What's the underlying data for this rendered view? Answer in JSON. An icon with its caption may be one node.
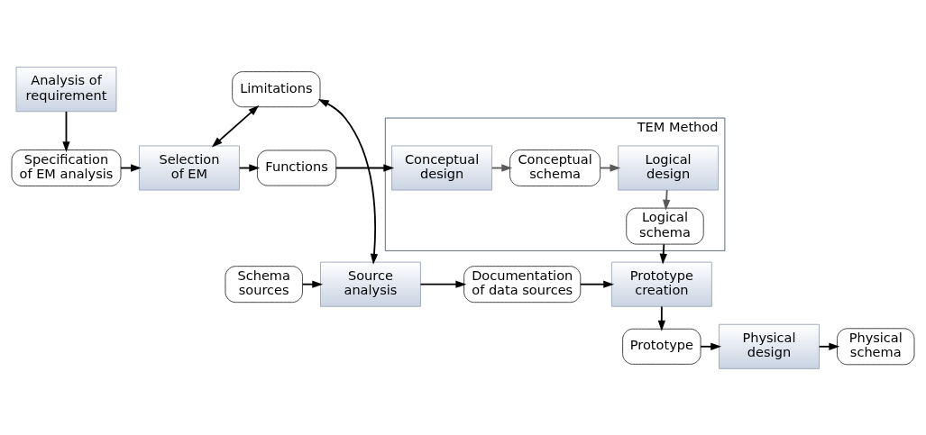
{
  "diagram": {
    "nodes": [
      {
        "text": [
          "Analysis of requirement"
        ]
      },
      {
        "text": [
          "Specification of EM analysis"
        ]
      },
      {
        "text": [
          "Selection of EM"
        ]
      },
      {
        "text": [
          "Functions"
        ]
      },
      {
        "text": [
          "TEM Method"
        ]
      },
      {
        "text": [
          "Conceptual design"
        ],
        "in": 4
      },
      {
        "text": [
          "Conceptual schema"
        ],
        "in": 4
      },
      {
        "text": [
          "Logical design"
        ],
        "in": 4
      },
      {
        "text": [
          "Logical schema"
        ],
        "in": 4
      },
      {
        "text": [
          "Limitations"
        ]
      },
      {
        "text": [
          "Schema sources"
        ]
      },
      {
        "text": [
          "Source analysis"
        ]
      },
      {
        "text": [
          "Documentation of data sources"
        ]
      },
      {
        "text": [
          "Prototype creation"
        ]
      },
      {
        "text": [
          "Prototype"
        ]
      },
      {
        "text": [
          "Physical design"
        ]
      },
      {
        "text": [
          "Physical schema"
        ]
      }
    ],
    "edges": [
      {
        "from": 0,
        "to": 1,
        "arrow": "to"
      },
      {
        "from": 1,
        "to": 2,
        "arrow": "to"
      },
      {
        "from": 2,
        "to": 3,
        "arrow": "to"
      },
      {
        "from": 3,
        "to": 5,
        "arrow": "to"
      },
      {
        "from": 5,
        "to": 6,
        "arrow": "to",
        "color": "#5a5a5a"
      },
      {
        "from": 6,
        "to": 7,
        "arrow": "to",
        "color": "#5a5a5a"
      },
      {
        "from": 7,
        "to": 8,
        "arrow": "to",
        "color": "#5a5a5a"
      },
      {
        "from": 9,
        "to": 2,
        "arrow": "both"
      },
      {
        "from": 9,
        "to": 11,
        "arrow": "both"
      },
      {
        "from": 10,
        "to": 11,
        "arrow": "to"
      },
      {
        "from": 11,
        "to": 12,
        "arrow": "to"
      },
      {
        "from": 12,
        "to": 13,
        "arrow": "to"
      },
      {
        "from": 8,
        "to": 13,
        "arrow": "to"
      },
      {
        "from": 13,
        "to": 14,
        "arrow": "to"
      },
      {
        "from": 14,
        "to": 15,
        "arrow": "to"
      },
      {
        "from": 15,
        "to": 16,
        "arrow": "to"
      }
    ]
  }
}
